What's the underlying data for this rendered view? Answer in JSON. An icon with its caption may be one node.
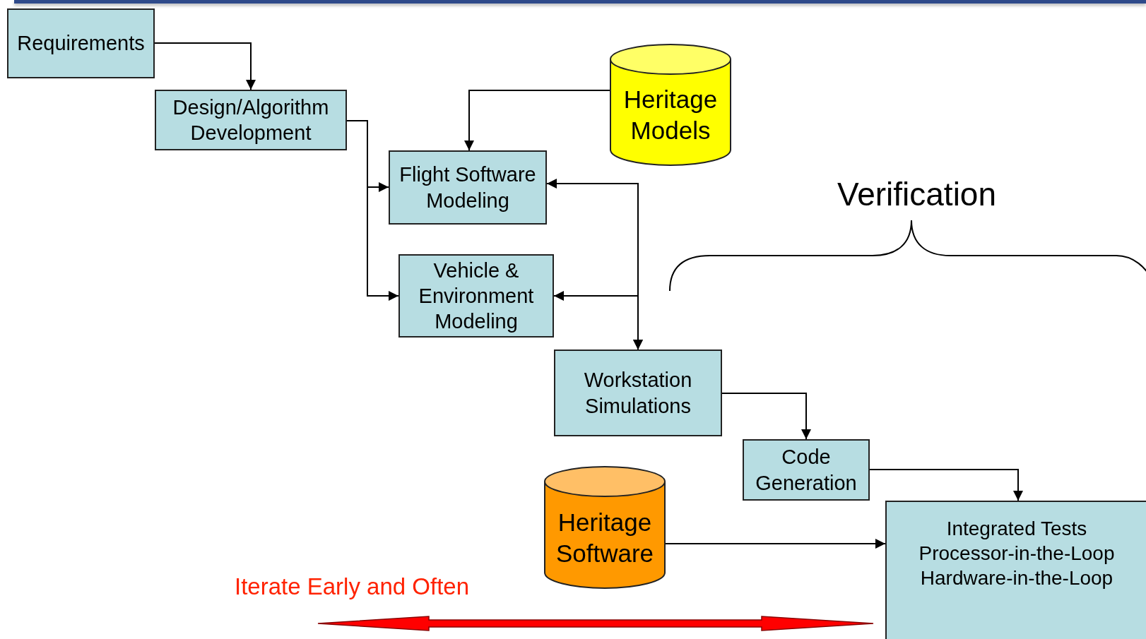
{
  "diagram": {
    "nodes": [
      {
        "text": [
          "Requirements"
        ]
      },
      {
        "text": [
          "Design/Algorithm Development"
        ]
      },
      {
        "text": [
          "Heritage Models"
        ]
      },
      {
        "text": [
          "Flight Software Modeling"
        ]
      },
      {
        "text": [
          "Vehicle & Environment Modeling"
        ]
      },
      {
        "text": [
          "Workstation Simulations"
        ]
      },
      {
        "text": [
          "Code Generation"
        ]
      },
      {
        "text": [
          "Heritage Software"
        ]
      },
      {
        "text": [
          "Integrated Tests",
          "Processor-in-the-Loop",
          "Hardware-in-the-Loop"
        ]
      }
    ],
    "edges": [
      {
        "from": 0,
        "to": 1,
        "arrow": "to"
      },
      {
        "from": 1,
        "to": 3,
        "arrow": "to"
      },
      {
        "from": 1,
        "to": 4,
        "arrow": "to"
      },
      {
        "from": 2,
        "to": 3,
        "arrow": "to"
      },
      {
        "from": 5,
        "to": 3,
        "arrow": "both"
      },
      {
        "from": 5,
        "to": 4,
        "arrow": "both"
      },
      {
        "from": 5,
        "to": 6,
        "arrow": "to"
      },
      {
        "from": 6,
        "to": 8,
        "arrow": "to"
      },
      {
        "from": 7,
        "to": 8,
        "arrow": "to"
      }
    ],
    "labels": [
      "Verification",
      "Iterate Early and Often"
    ]
  }
}
